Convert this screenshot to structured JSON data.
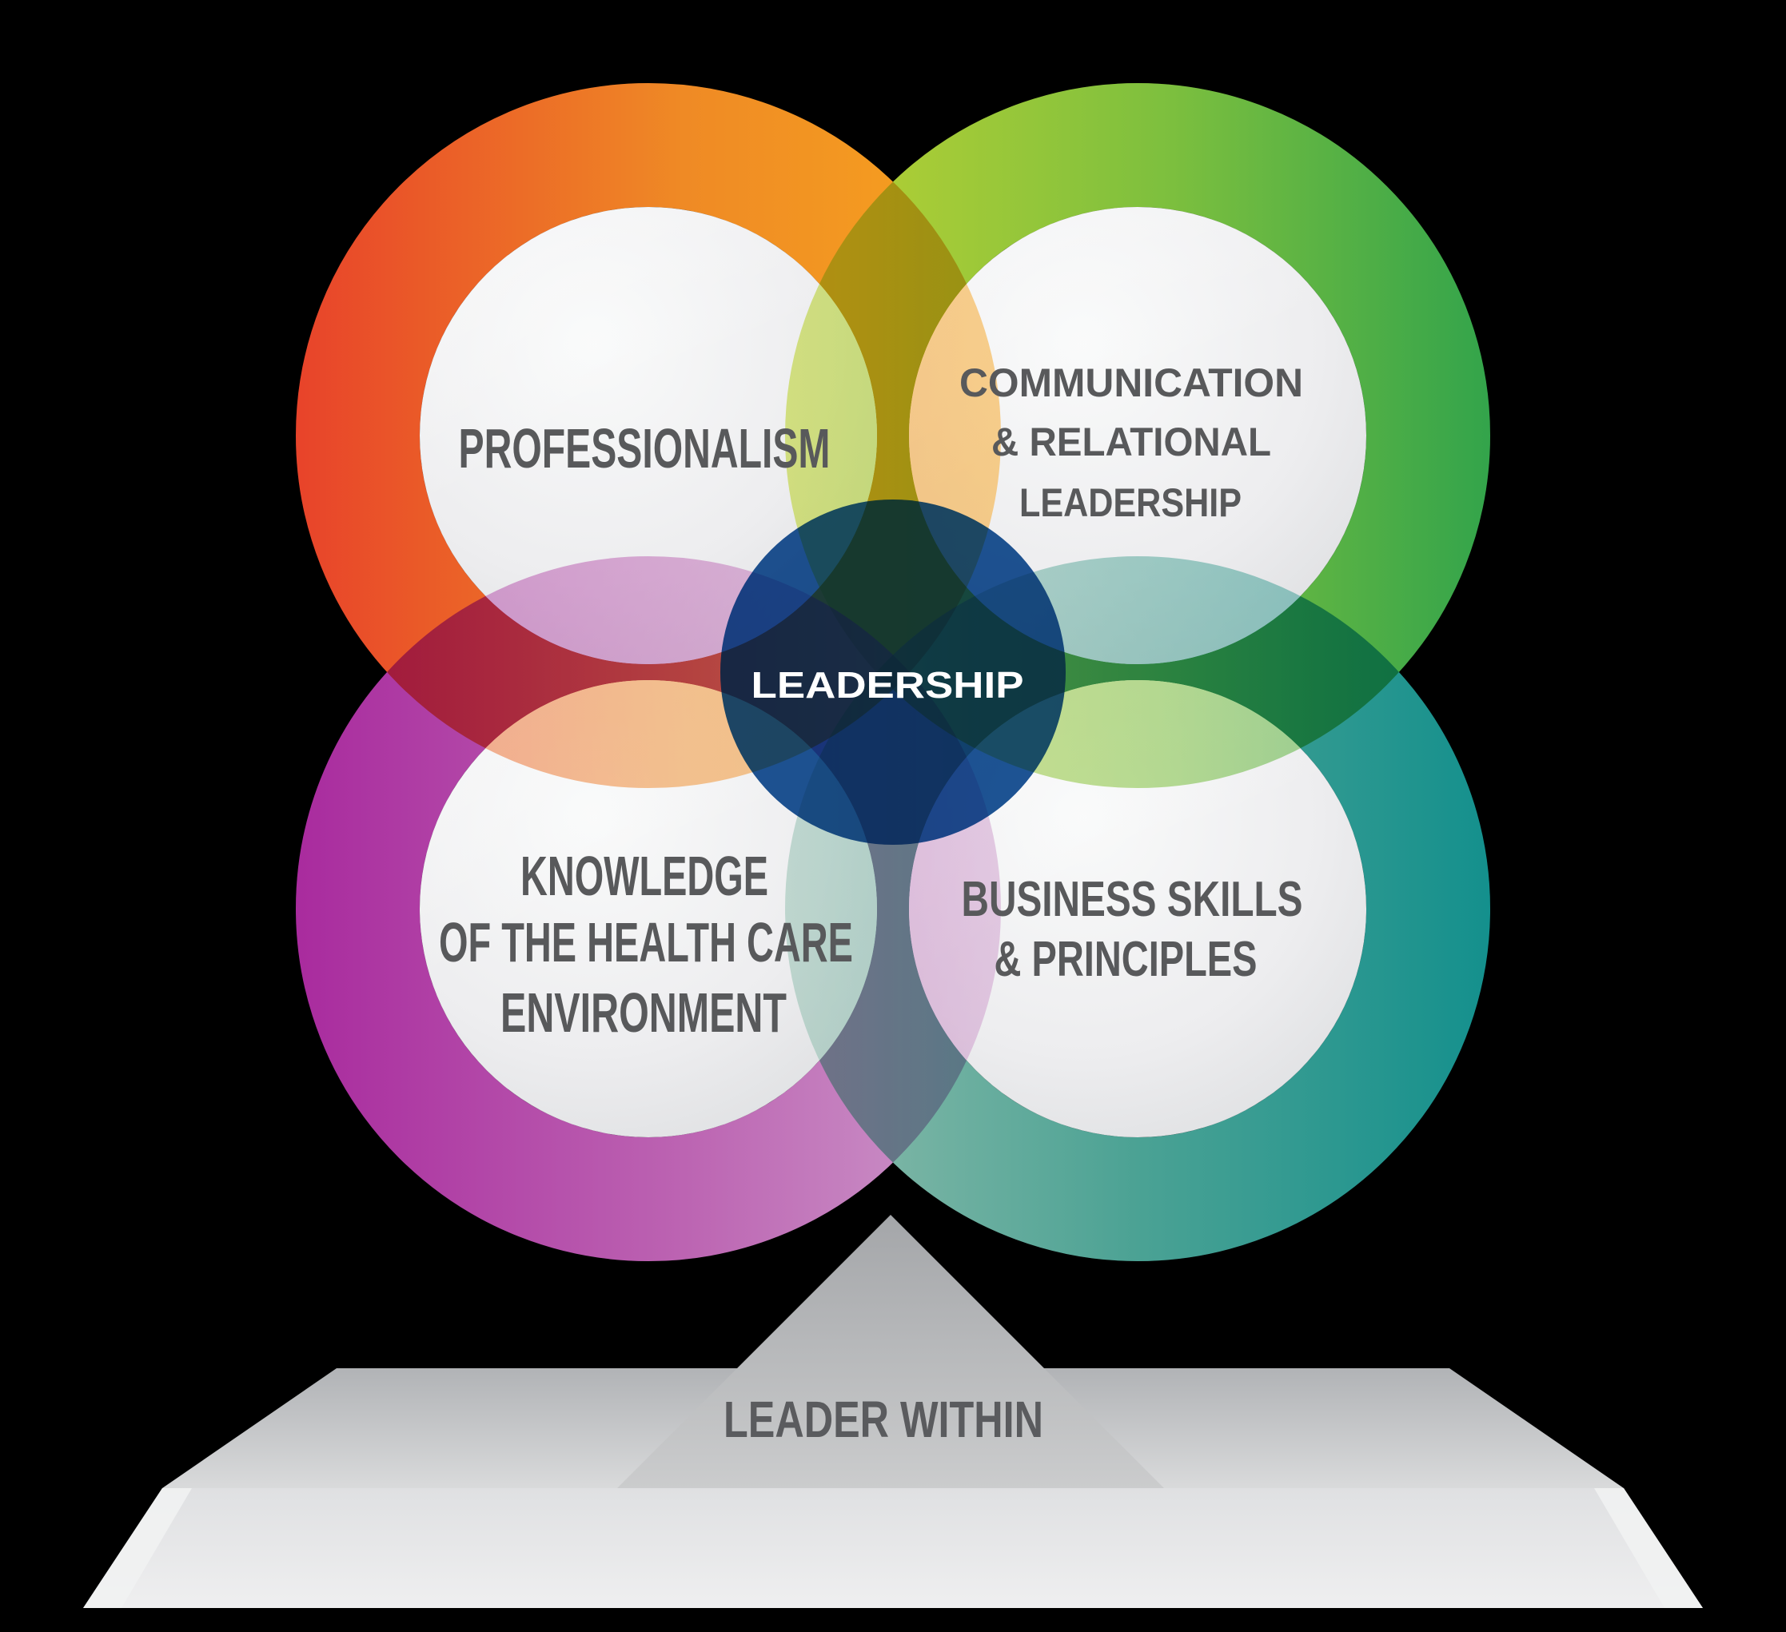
{
  "colors": {
    "background": "#000000",
    "label": "#58595b",
    "center_text": "#ffffff",
    "base_label": "#5a5b5e",
    "center_circle": "#1e5596"
  },
  "rings": [
    {
      "name": "professionalism",
      "label_lines": [
        "PROFESSIONALISM"
      ],
      "gradient": [
        "#e8432a",
        "#ef8a25",
        "#f7a41e"
      ]
    },
    {
      "name": "communication-relational-leadership",
      "label_lines": [
        "COMMUNICATION",
        "& RELATIONAL",
        "LEADERSHIP"
      ],
      "gradient": [
        "#bdd233",
        "#7cbf3e",
        "#33a44b"
      ]
    },
    {
      "name": "knowledge-health-care-environment",
      "label_lines": [
        "KNOWLEDGE",
        "OF THE HEALTH CARE",
        "ENVIRONMENT"
      ],
      "gradient": [
        "#a92b9e",
        "#bc64b2",
        "#cd9acb"
      ]
    },
    {
      "name": "business-skills-principles",
      "label_lines": [
        "BUSINESS SKILLS",
        "& PRINCIPLES"
      ],
      "gradient": [
        "#8dbcab",
        "#4ba294",
        "#14908d"
      ]
    }
  ],
  "center": {
    "label": "LEADERSHIP"
  },
  "pedestal": {
    "label": "LEADER WITHIN"
  }
}
